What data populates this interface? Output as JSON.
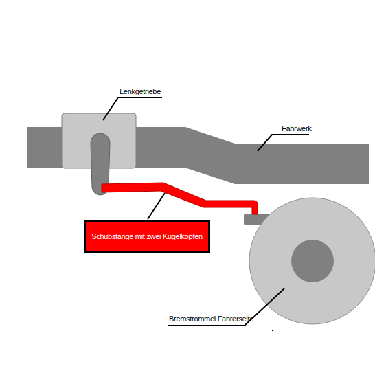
{
  "diagram": {
    "nodes": [
      {
        "text": [
          "Schubstange mit zwei Kugelköpfen"
        ]
      }
    ],
    "labels": [
      "Lenkgetriebe",
      "Fahrwerk",
      "Bremstrommel Fahrerseite"
    ]
  }
}
